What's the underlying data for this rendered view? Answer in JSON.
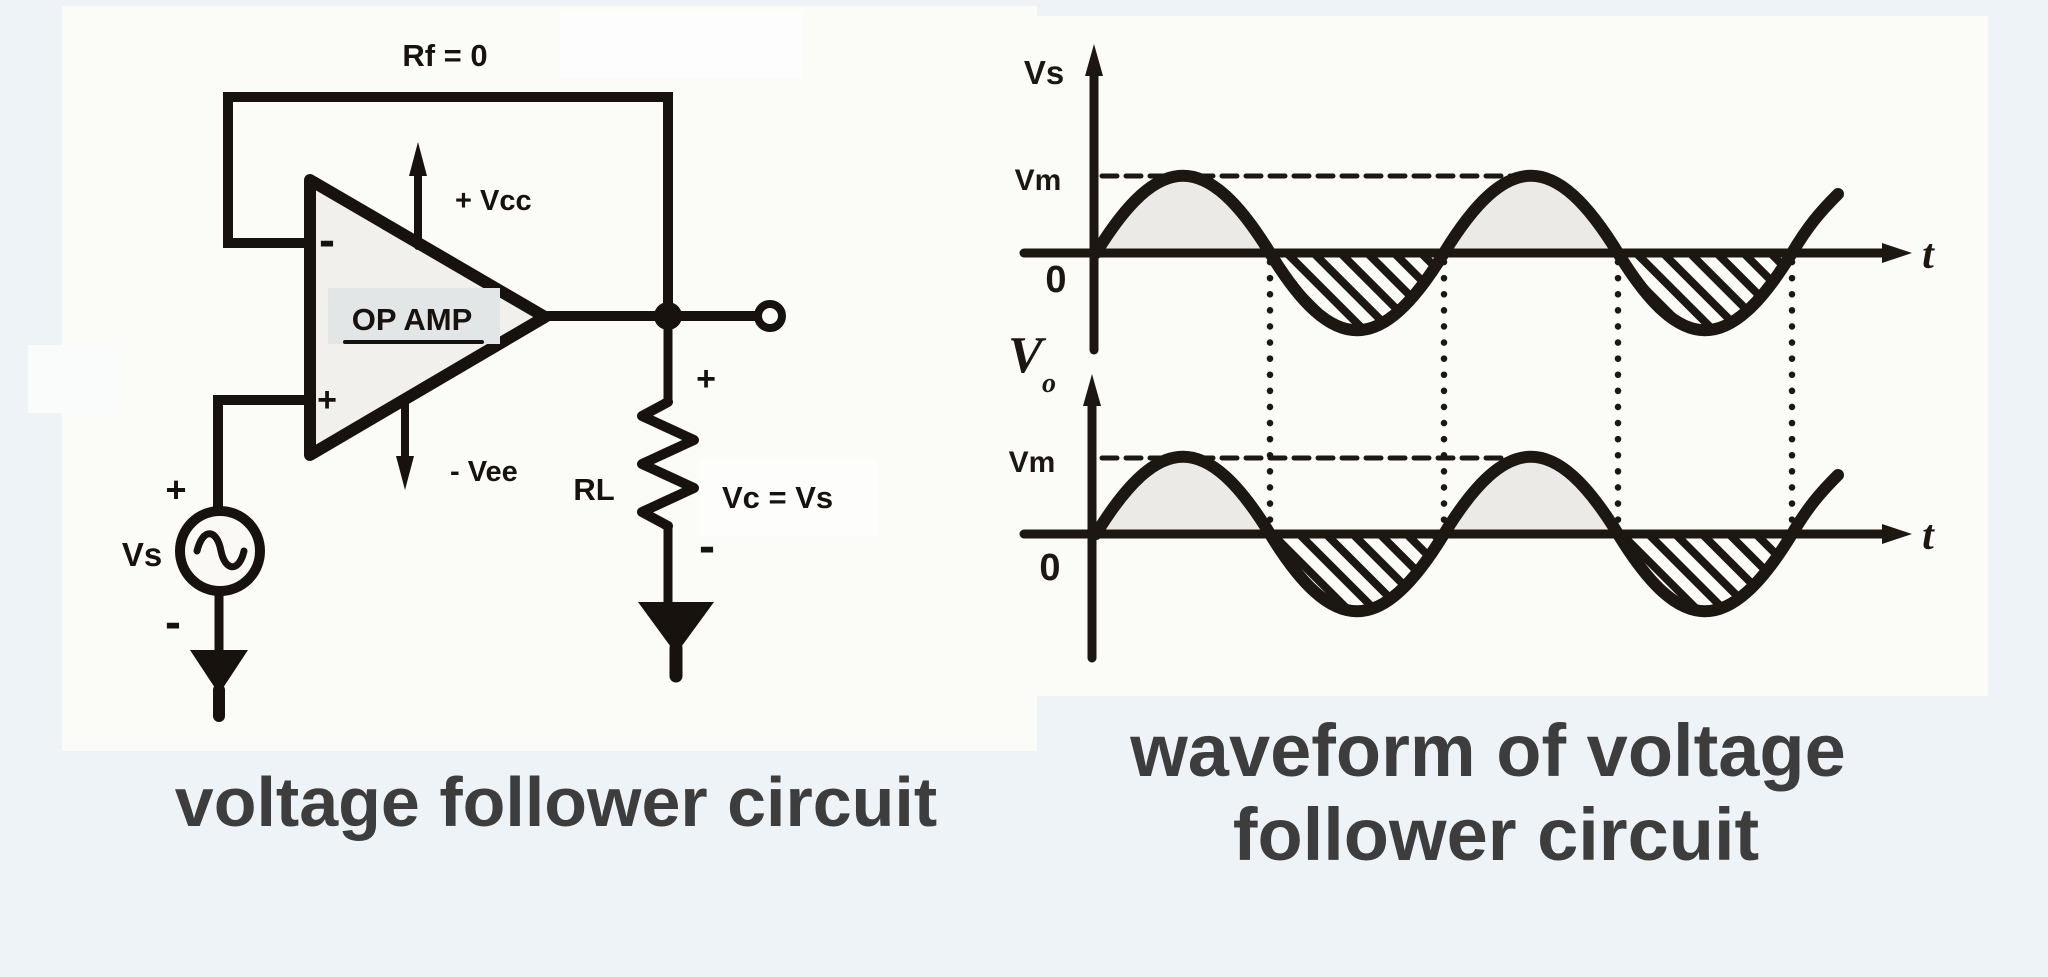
{
  "page": {
    "background_color": "#edf3f6",
    "scan_background_color": "#fbfbf7",
    "ink_color": "#18120e",
    "caption_color": "#3d3d3d"
  },
  "circuit": {
    "caption": "voltage follower circuit",
    "feedback_resistor_label": "Rf = 0",
    "opamp_label": "OP AMP",
    "positive_supply_label": "+ Vcc",
    "negative_supply_label": "- Vee",
    "inverting_input_sign": "-",
    "noninverting_input_sign": "+",
    "source_label": "Vs",
    "source_plus_sign": "+",
    "source_minus_sign": "-",
    "load_resistor_label": "RL",
    "output_plus_sign": "+",
    "output_minus_sign": "-",
    "output_equation": "Vc = Vs"
  },
  "waveforms": {
    "caption_line1": "waveform of voltage",
    "caption_line2": "follower circuit",
    "upper": {
      "ylabel": "Vs",
      "peak_label": "Vm",
      "origin_label": "0",
      "xlabel": "t"
    },
    "lower": {
      "ylabel_main": "V",
      "ylabel_sub": "o",
      "peak_label": "Vm",
      "origin_label": "0",
      "xlabel": "t"
    }
  },
  "chart_data": [
    {
      "type": "line",
      "title": "input waveform Vs",
      "xlabel": "t",
      "ylabel": "Vs",
      "annotations": [
        "Vm (dashed line at positive peak level)",
        "0 at origin"
      ],
      "series": [
        {
          "name": "Vs",
          "shape": "sine",
          "amplitude": "Vm",
          "cycles_shown": 2,
          "phase": "starts at 0 rising",
          "style": "positive half-cycles lightly shaded, negative half-cycles diagonally hatched"
        }
      ],
      "grid": false,
      "legend": false
    },
    {
      "type": "line",
      "title": "output waveform Vo",
      "xlabel": "t",
      "ylabel": "Vo",
      "annotations": [
        "Vm (dashed line at positive peak level)",
        "0 at origin",
        "dotted vertical lines align zero crossings with Vs plot"
      ],
      "series": [
        {
          "name": "Vo",
          "shape": "sine",
          "amplitude": "Vm",
          "cycles_shown": 2,
          "phase": "in phase with Vs (unity gain, no inversion)",
          "style": "positive half-cycles lightly shaded, negative half-cycles diagonally hatched"
        }
      ],
      "grid": false,
      "legend": false
    }
  ]
}
